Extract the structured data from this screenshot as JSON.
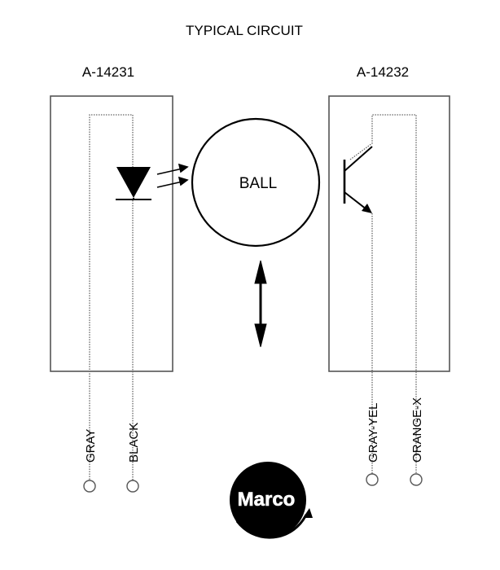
{
  "title": "TYPICAL CIRCUIT",
  "emitter": {
    "part_number": "A-14231",
    "wires": [
      "GRAY",
      "BLACK"
    ]
  },
  "receiver": {
    "part_number": "A-14232",
    "wires": [
      "GRAY-YEL",
      "ORANGE-X"
    ]
  },
  "ball_label": "BALL",
  "logo": {
    "text": "Marco",
    "color": "#000000"
  },
  "colors": {
    "line": "#000000",
    "outline": "#555555"
  }
}
